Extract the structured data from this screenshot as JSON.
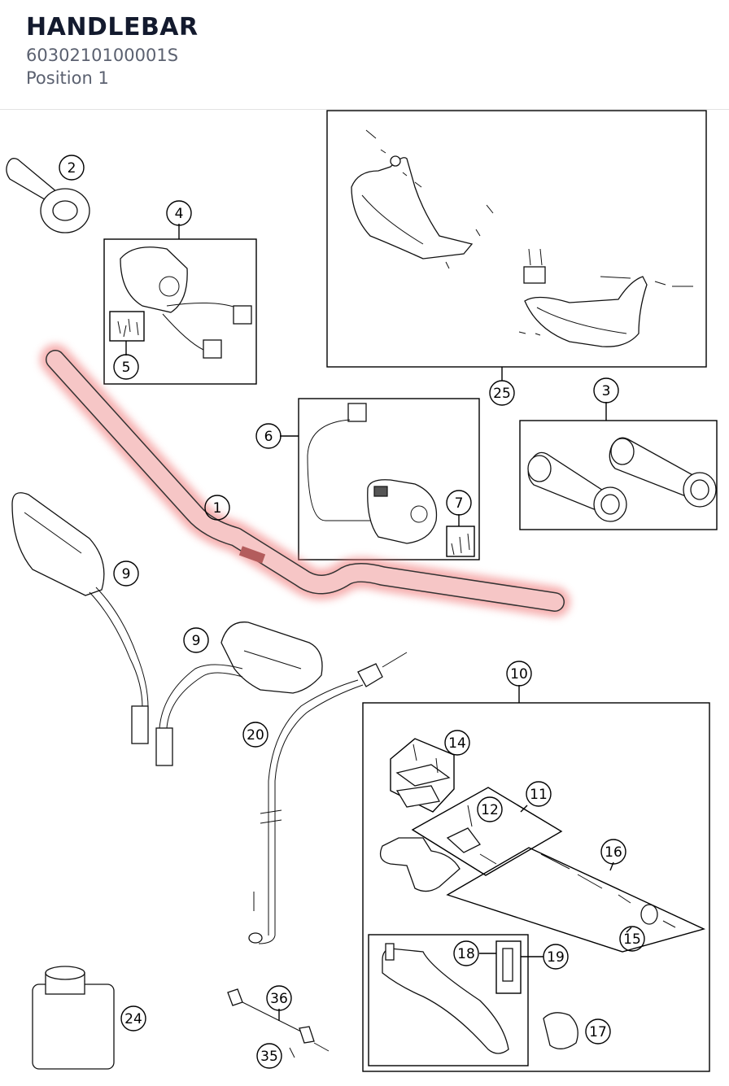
{
  "header": {
    "title": "HANDLEBAR",
    "part_number": "6030210100001S",
    "position": "Position 1"
  },
  "colors": {
    "highlight": "#f07a7a",
    "title": "#131a2e",
    "subtitle": "#5b6170",
    "line": "#000000"
  },
  "callouts": [
    {
      "id": "c1",
      "label": "1"
    },
    {
      "id": "c2",
      "label": "2"
    },
    {
      "id": "c3",
      "label": "3"
    },
    {
      "id": "c4",
      "label": "4"
    },
    {
      "id": "c5",
      "label": "5"
    },
    {
      "id": "c6",
      "label": "6"
    },
    {
      "id": "c7",
      "label": "7"
    },
    {
      "id": "c9a",
      "label": "9"
    },
    {
      "id": "c9b",
      "label": "9"
    },
    {
      "id": "c10",
      "label": "10"
    },
    {
      "id": "c11",
      "label": "11"
    },
    {
      "id": "c12",
      "label": "12"
    },
    {
      "id": "c14",
      "label": "14"
    },
    {
      "id": "c15",
      "label": "15"
    },
    {
      "id": "c16",
      "label": "16"
    },
    {
      "id": "c17",
      "label": "17"
    },
    {
      "id": "c18",
      "label": "18"
    },
    {
      "id": "c19",
      "label": "19"
    },
    {
      "id": "c20",
      "label": "20"
    },
    {
      "id": "c24",
      "label": "24"
    },
    {
      "id": "c25",
      "label": "25"
    },
    {
      "id": "c35",
      "label": "35"
    },
    {
      "id": "c36",
      "label": "36"
    }
  ]
}
